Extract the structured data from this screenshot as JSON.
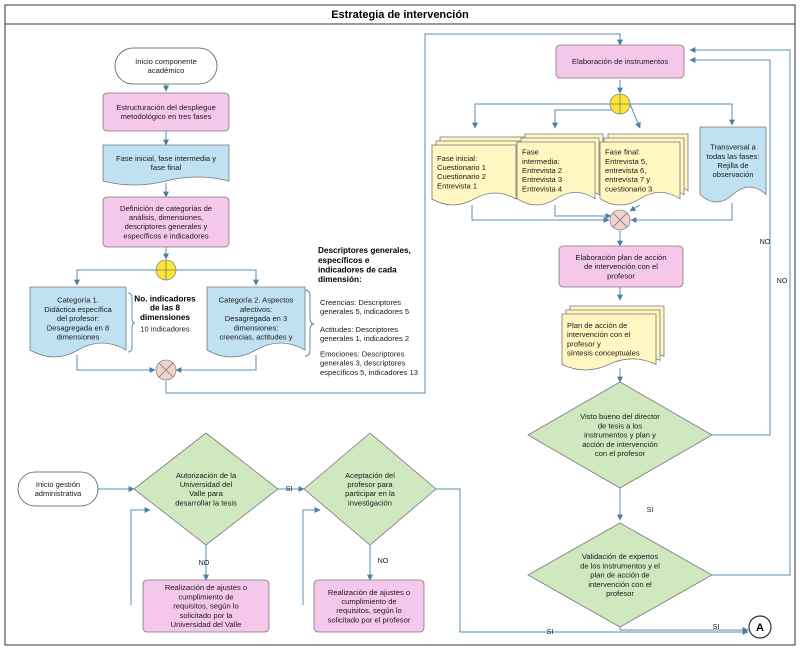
{
  "title": "Estrategia de intervención",
  "colors": {
    "pink": "#f5c7ea",
    "blue": "#bfe1f2",
    "green": "#cfe8c0",
    "yellow": "#fff6c2",
    "junction_yellow": "#ffe533",
    "junction_pink": "#f3d1cc",
    "line": "#5b8db0"
  },
  "nodes": {
    "inicio_componente": "Inicio componente\nacadémico",
    "estructuracion": "Estructuración del despliegue\nmetodológico en tres fases",
    "fases": "Fase inicial, fase intermedia y\nfase final",
    "definicion": "Definición de categorías de\nanálisis, dimensiones,\ndescriptores generales y\nespecíficos e indicadores",
    "categoria1": "Categoría 1.\nDidáctica específica\ndel profesor:\nDesagregada en 8\ndimensiones",
    "indicadores_title": "No. indicadores\nde las 8\ndimensiones",
    "indicadores_value": "10 indicadores",
    "categoria2": "Categoría 2. Aspectos\nafectivos:\nDesagregada en 3\ndimensiones:\ncreencias, actitudes y",
    "descriptores_title": "Descriptores generales,\nespecíficos e\nindicadores de cada\ndimensión:",
    "descriptores_creencias": "Creencias: Descriptores\ngenerales 5, indicadores 5",
    "descriptores_actitudes": "Actitudes: Descriptores\ngenerales 1, indicadores 2",
    "descriptores_emociones": "Emociones: Descriptores\ngenerales 3, descriptores\nespecíficos 5, indicadores 13",
    "elaboracion_instrumentos": "Elaboración de instrumentos",
    "fase_inicial": "Fase inicial:\nCuestionario 1\nCuestionario 2\nEntrevista 1",
    "fase_intermedia": "Fase\nintermedia:\nEntrevista 2\nEntrevista 3\nEntrevista 4",
    "fase_final": "Fase final:\nEntrevista 5,\nentrevista 6,\nentrevista 7 y\ncuestionario 3",
    "transversal": "Transversal a\ntodas las fases:\nRejilla de\nobservación",
    "elaboracion_plan": "Elaboración plan de acción\nde intervención con el\nprofesor",
    "plan_doc": "Plan de acción de\nintervención con el\nprofesor y\nsíntesis conceptuales",
    "visto_bueno": "Visto bueno del director\nde tesis a los\ninstrumentos y plan y\nacción de intervención\ncon el profesor",
    "validacion": "Validación de expertos\nde los instrumentos y el\nplan de acción de\nintervención con el\nprofesor",
    "inicio_gestion": "Inicio gestión\nadministrativa",
    "autorizacion": "Autorización de la\nUniversidad del\nValle  para\ndesarrollar la tesis",
    "aceptacion": "Aceptación del\nprofesor para\nparticipar en la\ninvestigación",
    "ajustes_univalle": "Realización de ajustes o\ncumplimiento de\nrequisitos, según lo\nsolicitado por la\nUniversidad del Valle",
    "ajustes_profesor": "Realización de ajustes o\ncumplimiento de\nrequisitos, según lo\nsolicitado por el profesor",
    "connector_a": "A"
  },
  "edge_labels": {
    "no_visto_bueno": "NO",
    "no_validacion": "NO",
    "si_visto_bueno": "SI",
    "no_autorizacion": "NO",
    "si_autorizacion": "SI",
    "no_aceptacion": "NO",
    "si_aceptacion": "SI",
    "si_validacion": "SI"
  }
}
